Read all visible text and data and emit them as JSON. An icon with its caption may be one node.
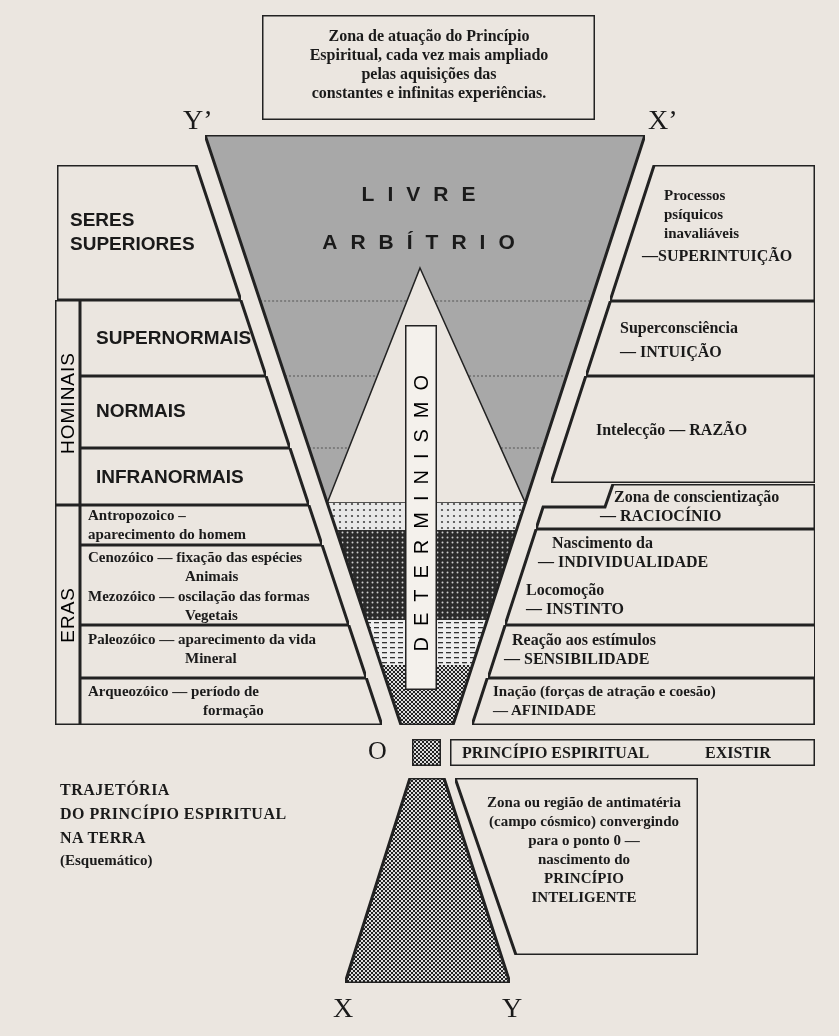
{
  "diagram": {
    "title": "TRAJETÓRIA DO PRINCÍPIO ESPIRITUAL NA TERRA",
    "nodes": [
      {
        "text": [
          "Zona de atuação do Princípio Espiritual, cada vez mais ampliado pelas aquisições das constantes e infinitas experiências."
        ]
      },
      {
        "text": [
          "LIVRE ARBÍTRIO"
        ]
      },
      {
        "text": [
          "DETERMINISMO"
        ],
        "in": 1
      },
      {
        "text": [
          "SERES SUPERIORES"
        ]
      },
      {
        "text": [
          "HOMINAIS"
        ]
      },
      {
        "text": [
          "SUPERNORMAIS"
        ]
      },
      {
        "text": [
          "NORMAIS"
        ]
      },
      {
        "text": [
          "INFRANORMAIS"
        ]
      },
      {
        "text": [
          "ERAS"
        ]
      },
      {
        "text": [
          "Antropozoico – aparecimento do homem"
        ]
      },
      {
        "text": [
          "Cenozóico — fixação das espécies Animais",
          "Mezozóico — oscilação das formas Vegetais"
        ]
      },
      {
        "text": [
          "Paleozóico — aparecimento da vida Mineral"
        ]
      },
      {
        "text": [
          "Arqueozóico — período de formação"
        ]
      },
      {
        "text": [
          "Processos psíquicos inavaliáveis",
          "—SUPERINTUIÇÃO"
        ]
      },
      {
        "text": [
          "Superconsciência — INTUIÇÃO"
        ]
      },
      {
        "text": [
          "Intelecção — RAZÃO"
        ]
      },
      {
        "text": [
          "Zona de conscientização — RACIOCÍNIO"
        ]
      },
      {
        "text": [
          "Nascimento da — INDIVIDUALIDADE",
          "Locomoção — INSTINTO"
        ]
      },
      {
        "text": [
          "Reação aos estímulos — SENSIBILIDADE"
        ]
      },
      {
        "text": [
          "Inação (forças de atração e coesão) — AFINIDADE"
        ]
      },
      {
        "text": [],
        "shape": "box"
      },
      {
        "text": [
          "PRINCÍPIO ESPIRITUAL",
          "EXISTIR"
        ]
      },
      {
        "text": [],
        "shape": "trapezoid"
      },
      {
        "text": [
          "Zona ou região de antimatéria (campo cósmico) convergindo para o ponto 0 — nascimento do PRINCÍPIO INTELIGENTE"
        ]
      }
    ],
    "labels": [
      "Y’",
      "X’",
      "O",
      "(Esquemático)",
      "X",
      "Y"
    ]
  }
}
